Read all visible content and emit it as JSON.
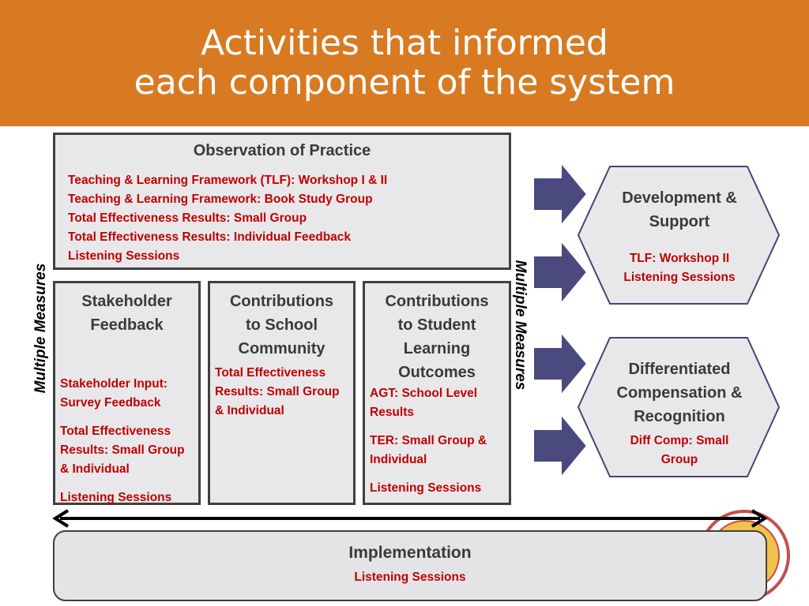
{
  "title": {
    "line1": "Activities that informed",
    "line2": "each component of the system"
  },
  "observation": {
    "heading": "Observation of Practice",
    "items": [
      "Teaching & Learning Framework (TLF): Workshop I & II",
      "Teaching & Learning Framework: Book Study Group",
      "Total Effectiveness Results: Small Group",
      "Total Effectiveness Results: Individual Feedback",
      "Listening Sessions"
    ]
  },
  "stakeholder": {
    "heading_line1": "Stakeholder",
    "heading_line2": "Feedback",
    "items": [
      [
        "Stakeholder Input:",
        "Survey Feedback"
      ],
      [
        "Total Effectiveness",
        "Results: Small Group",
        "& Individual"
      ],
      [
        "Listening Sessions"
      ]
    ]
  },
  "school": {
    "heading_lines": [
      "Contributions",
      "to School",
      "Community"
    ],
    "items": [
      [
        "Total Effectiveness",
        "Results: Small Group",
        "& Individual"
      ]
    ]
  },
  "student": {
    "heading_lines": [
      "Contributions",
      "to Student",
      "Learning",
      "Outcomes"
    ],
    "items": [
      [
        "AGT: School Level",
        "Results"
      ],
      [
        "TER: Small Group &",
        "Individual"
      ],
      [
        "Listening Sessions"
      ]
    ]
  },
  "side_labels": {
    "left": "Multiple Measures",
    "right": "Multiple Measures"
  },
  "development": {
    "heading_lines": [
      "Development &",
      "Support"
    ],
    "items": [
      "TLF: Workshop II",
      "Listening Sessions"
    ]
  },
  "compensation": {
    "heading_lines": [
      "Differentiated",
      "Compensation &",
      "Recognition"
    ],
    "items": [
      "Diff Comp: Small",
      "Group"
    ]
  },
  "implementation": {
    "heading": "Implementation",
    "item": "Listening Sessions"
  },
  "colors": {
    "title_bar": "#d87a22",
    "arrow_fill": "#4b4a7e",
    "hex_fill": "#e8e8ea",
    "hex_stroke": "#454575",
    "activity_text": "#c00000",
    "heading_text": "#3a3a3a"
  }
}
